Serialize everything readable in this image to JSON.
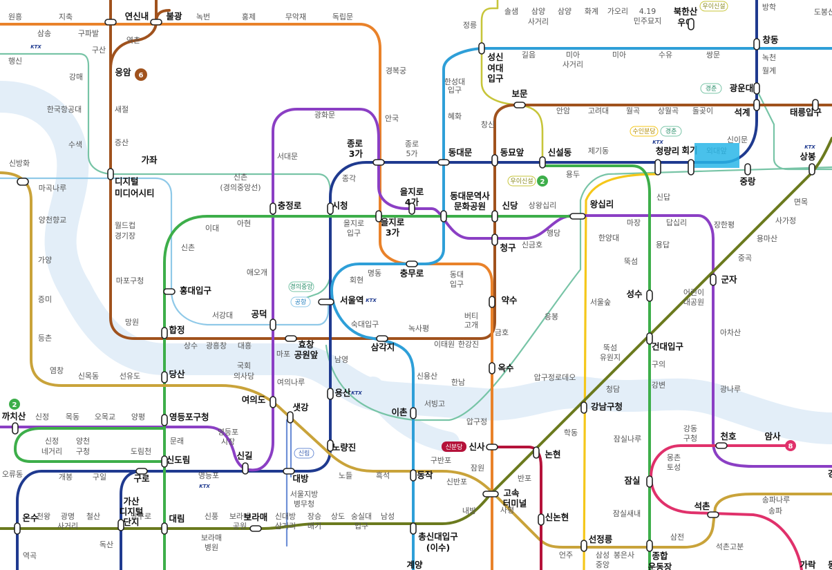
{
  "line_colors": {
    "line1": "#1f3a8f",
    "line2": "#3dae4a",
    "line3": "#e9822a",
    "line4": "#2e9fd8",
    "line5": "#8b3fc4",
    "line6": "#a0521d",
    "line7": "#6b7a1e",
    "line8": "#e0316b",
    "line9": "#c9a33a",
    "gyeongui": "#77c4a6",
    "sinbundang": "#b5123a",
    "ui_sinseol": "#c7c53a",
    "suin_bundang": "#f5c71a",
    "sillim": "#6e8fd6",
    "river": "#e3eef8"
  },
  "transfer_stations": [
    "연신내",
    "불광",
    "응암",
    "가좌",
    "디지털",
    "미디어시티",
    "홍대입구",
    "합정",
    "당산",
    "영등포구청",
    "신도림",
    "구로",
    "가산",
    "디지털",
    "단지",
    "대림",
    "온수",
    "까치산",
    "충정로",
    "시청",
    "종로",
    "3가",
    "을지로",
    "4가",
    "을지로",
    "3가",
    "충무로",
    "서울역",
    "공덕",
    "효창",
    "공원앞",
    "삼각지",
    "용산",
    "이촌",
    "여의도",
    "신길",
    "노량진",
    "대방",
    "샛강",
    "보라매",
    "동작",
    "총신대입구",
    "(이수)",
    "동대문",
    "동대문역사",
    "문화공원",
    "신당",
    "청구",
    "약수",
    "옥수",
    "신사",
    "논현",
    "고속",
    "터미널",
    "신논현",
    "선정릉",
    "종합",
    "운동장",
    "잠실",
    "강남구청",
    "건대입구",
    "성수",
    "왕십리",
    "청량리",
    "회기",
    "중랑",
    "상봉",
    "석계",
    "태릉입구",
    "광운대",
    "창동",
    "성신",
    "여대",
    "입구",
    "보문",
    "동묘앞",
    "신설동",
    "북한산",
    "우이",
    "군자",
    "천호",
    "암사",
    "석촌",
    "가락",
    "강",
    "동대문",
    "계양"
  ],
  "stations": [
    "원흥",
    "지축",
    "녹번",
    "홍제",
    "무악재",
    "독립문",
    "삼송",
    "구파발",
    "역촌",
    "구산",
    "행신",
    "강매",
    "한국항공대",
    "새절",
    "수색",
    "증산",
    "신방화",
    "마곡나루",
    "월드컵",
    "경기장",
    "마포구청",
    "양천향교",
    "가양",
    "증미",
    "등촌",
    "망원",
    "염창",
    "신목동",
    "선유도",
    "광화문",
    "서대문",
    "신촌",
    "(경의중앙선)",
    "아현",
    "이대",
    "신촌",
    "애오개",
    "서강대",
    "상수",
    "광흥창",
    "대흥",
    "마포",
    "여의나루",
    "국회",
    "의사당",
    "종각",
    "을지로",
    "입구",
    "회현",
    "명동",
    "숙대입구",
    "남영",
    "경복궁",
    "안국",
    "종로",
    "5가",
    "혜화",
    "한성대",
    "입구",
    "동대",
    "입구",
    "버티",
    "고개",
    "녹사평",
    "이태원",
    "한강진",
    "신용산",
    "서빙고",
    "한남",
    "금호",
    "응봉",
    "압구정",
    "구반포",
    "신반포",
    "잠원",
    "반포",
    "사평",
    "내방",
    "흑석",
    "노들",
    "상도",
    "숭실대",
    "입구",
    "남성",
    "장승",
    "배기",
    "신대방",
    "삼거리",
    "보라매",
    "공원",
    "보라매",
    "병원",
    "서울지방",
    "병무청",
    "신풍",
    "영등포",
    "영등포",
    "시장",
    "문래",
    "도림천",
    "양천",
    "구청",
    "신정",
    "네거리",
    "신정",
    "목동",
    "오목교",
    "양평",
    "개봉",
    "구일",
    "오류동",
    "남구로",
    "독산",
    "역곡",
    "천왕",
    "광명",
    "사거리",
    "철산",
    "솔샘",
    "삼양",
    "사거리",
    "삼양",
    "화계",
    "가오리",
    "4.19",
    "민주묘지",
    "정릉",
    "길음",
    "미아",
    "사거리",
    "미아",
    "수유",
    "쌍문",
    "창신",
    "안암",
    "고려대",
    "월곡",
    "상월곡",
    "돌곶이",
    "신이문",
    "외대앞",
    "제기동",
    "용두",
    "신답",
    "상왕십리",
    "행당",
    "신금호",
    "마장",
    "답십리",
    "장한평",
    "한양대",
    "용답",
    "뚝섬",
    "서울숲",
    "뚝섬",
    "유원지",
    "청담",
    "압구정로데오",
    "학동",
    "어린이",
    "대공원",
    "구의",
    "강변",
    "아차산",
    "광나루",
    "강동",
    "구청",
    "몽촌",
    "토성",
    "잠실나루",
    "잠실새내",
    "삼전",
    "석촌고분",
    "송파나루",
    "송파",
    "언주",
    "삼성",
    "중앙",
    "봉은사",
    "중곡",
    "용마산",
    "사가정",
    "면목",
    "녹천",
    "월계",
    "방학",
    "도봉산"
  ],
  "line_badges": {
    "line6": "6",
    "line2": "2",
    "line8": "8"
  },
  "line_tags": {
    "ui_sinseol": "우이신설",
    "gyeongui": "경의중앙",
    "gyeongchun": "경춘",
    "suin_bundang": "수인분당",
    "airport": "공항",
    "sillim": "신림",
    "sinbundang": "신분당"
  },
  "rail_logo": "KTX"
}
